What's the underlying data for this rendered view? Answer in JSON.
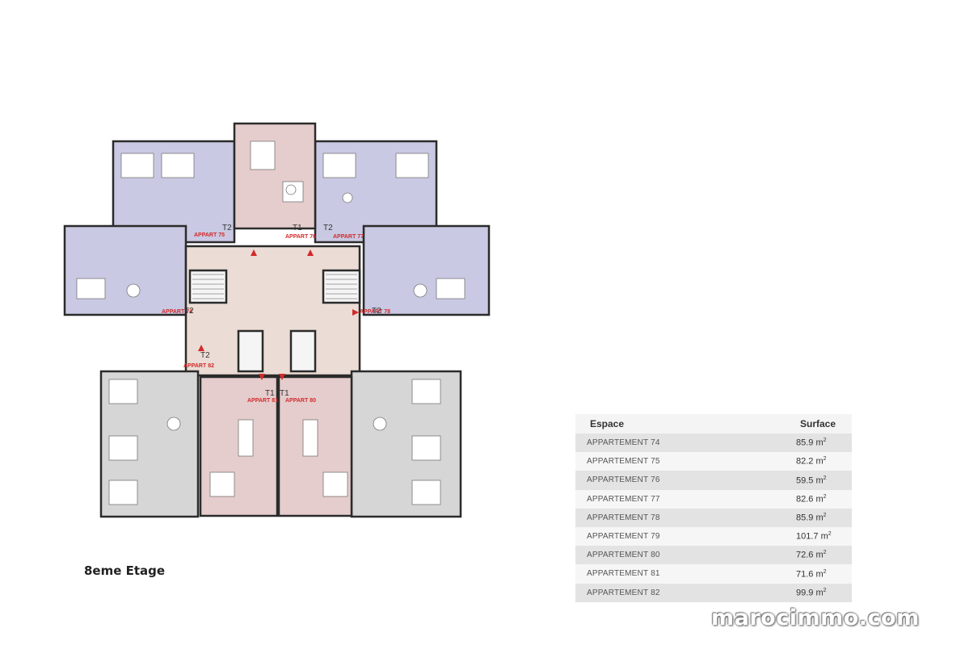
{
  "floor_title": "8eme Etage",
  "plan_labels": {
    "apparts": [
      "APPART 75",
      "APPART 76",
      "APPART 77",
      "APPART 74",
      "APPART 78",
      "APPART 82",
      "APPART 81",
      "APPART 80"
    ],
    "types": [
      "T2",
      "T1",
      "T2",
      "T2",
      "T2",
      "T2",
      "T1",
      "T1"
    ]
  },
  "table": {
    "header": {
      "space": "Espace",
      "surface": "Surface"
    },
    "rows": [
      {
        "space": "APPARTEMENT 74",
        "surface": "85.9 m",
        "unit_exp": "2"
      },
      {
        "space": "APPARTEMENT 75",
        "surface": "82.2 m",
        "unit_exp": "2"
      },
      {
        "space": "APPARTEMENT 76",
        "surface": "59.5 m",
        "unit_exp": "2"
      },
      {
        "space": "APPARTEMENT 77",
        "surface": "82.6 m",
        "unit_exp": "2"
      },
      {
        "space": "APPARTEMENT 78",
        "surface": "85.9 m",
        "unit_exp": "2"
      },
      {
        "space": "APPARTEMENT 79",
        "surface": "101.7 m",
        "unit_exp": "2"
      },
      {
        "space": "APPARTEMENT 80",
        "surface": "72.6 m",
        "unit_exp": "2"
      },
      {
        "space": "APPARTEMENT 81",
        "surface": "71.6 m",
        "unit_exp": "2"
      },
      {
        "space": "APPARTEMENT 82",
        "surface": "99.9 m",
        "unit_exp": "2"
      }
    ]
  },
  "watermark": "marocimmo.com",
  "colors": {
    "lavender": "#c9c9e3",
    "pink": "#e5cccd",
    "grey": "#d6d6d6",
    "core": "#ebdcd5",
    "wall": "#2b2b2b",
    "label_red": "#d22a2a"
  }
}
